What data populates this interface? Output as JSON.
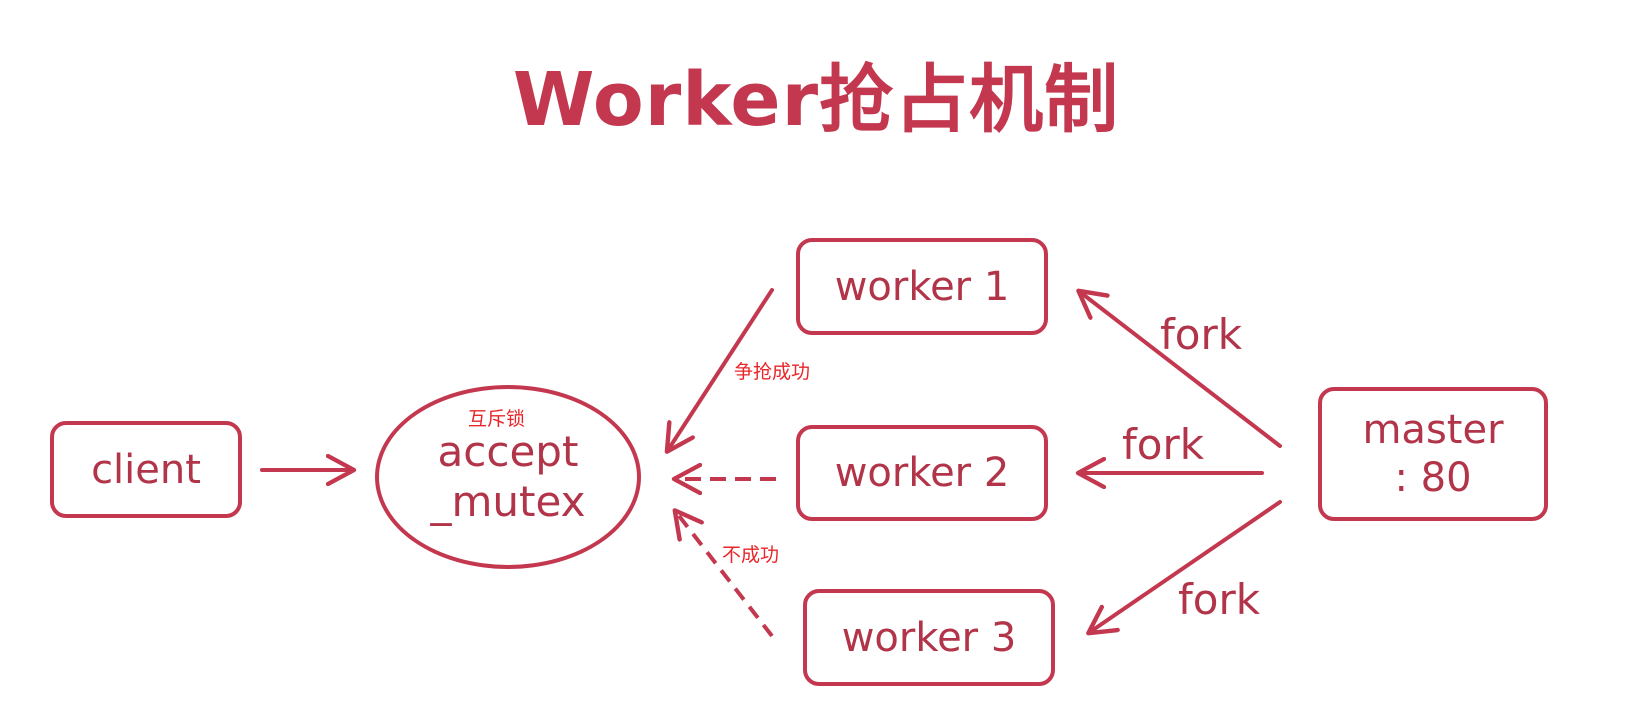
{
  "title": "Worker抢占机制",
  "colors": {
    "accent": "#c3384f",
    "annotation": "#e8262a"
  },
  "nodes": {
    "client": "client",
    "mutex": {
      "line1": "accept",
      "line2": "_mutex",
      "annotation": "互斥锁"
    },
    "worker1": "worker 1",
    "worker2": "worker 2",
    "worker3": "worker 3",
    "master": {
      "line1": "master",
      "line2": ": 80"
    }
  },
  "edges": {
    "fork": "fork",
    "success": "争抢成功",
    "failure": "不成功"
  }
}
